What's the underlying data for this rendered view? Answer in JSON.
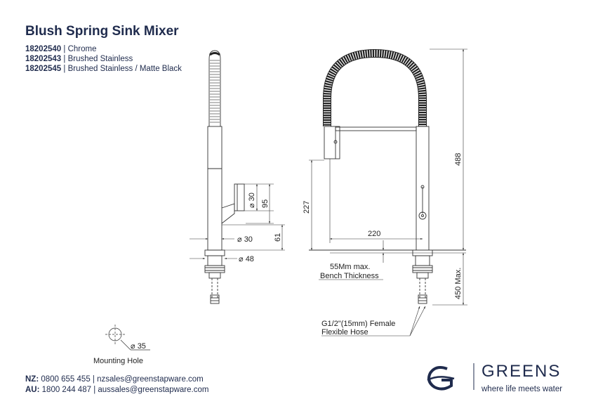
{
  "title": "Blush Spring Sink Mixer",
  "codes": [
    {
      "code": "18202540",
      "finish": "Chrome"
    },
    {
      "code": "18202543",
      "finish": "Brushed Stainless"
    },
    {
      "code": "18202545",
      "finish": "Brushed Stainless / Matte Black"
    }
  ],
  "dimensions": {
    "d30_top": "30",
    "d95": "95",
    "d30_base": "30",
    "d61": "61",
    "d48": "48",
    "d227": "227",
    "d488": "488",
    "d220": "220",
    "d450": "450 Max.",
    "d35": "35"
  },
  "labels": {
    "bench_1": "55Mm max.",
    "bench_2": "Bench Thickness",
    "hose_1": "G1/2\"(15mm) Female",
    "hose_2": "Flexible Hose",
    "mounting": "Mounting Hole"
  },
  "contact": {
    "nz_label": "NZ:",
    "nz_text": " 0800 655 455 | nzsales@greenstapware.com",
    "au_label": "AU:",
    "au_text": " 1800 244 487 | aussales@greenstapware.com"
  },
  "brand": {
    "name": "GREENS",
    "tagline": "where life meets water",
    "color": "#1f2b4d"
  }
}
